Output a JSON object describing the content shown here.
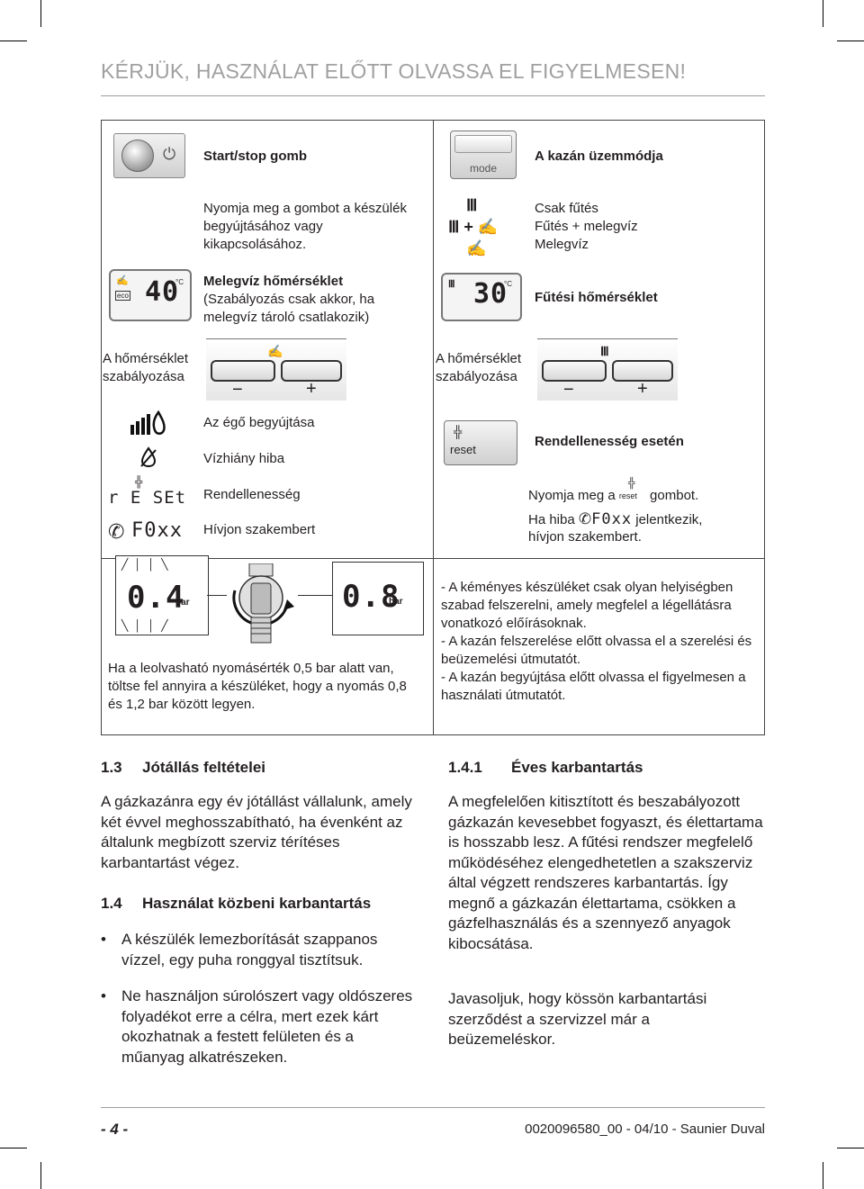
{
  "header": {
    "title": "KÉRJÜK, HASZNÁLAT ELŐTT OLVASSA EL FIGYELMESEN!"
  },
  "table": {
    "start_stop": {
      "title": "Start/stop gomb",
      "text": "Nyomja meg a  gombot a készülék begyújtásához vagy kikapcsolásához."
    },
    "mode": {
      "button_label": "mode",
      "title": "A kazán üzemmódja",
      "options": [
        "Csak fűtés",
        "Fűtés + melegvíz",
        "Melegvíz"
      ]
    },
    "dhw_temp": {
      "display": "40",
      "unit": "°C",
      "title": "Melegvíz hőmérséklet",
      "text": "(Szabályozás csak akkor, ha melegvíz tároló csatlakozik)",
      "eco_label": "eco"
    },
    "heat_temp": {
      "display": "30",
      "unit": "°C",
      "title": "Fűtési hőmérséklet"
    },
    "temp_adjust_left": {
      "label": "A hőmérséklet szabályozása",
      "minus": "−",
      "plus": "+"
    },
    "temp_adjust_right": {
      "label": "A hőmérséklet szabályozása",
      "minus": "−",
      "plus": "+"
    },
    "status_icons": {
      "burner": "Az égő begyújtása",
      "water": "Vízhiány hiba",
      "reset_code": "r E SEt",
      "reset": "Rendellenesség",
      "fault_code": "F0xx",
      "call": "Hívjon szakembert"
    },
    "reset_box": {
      "button_label": "reset",
      "title": "Rendellenesség esetén",
      "line1_a": "Nyomja meg a",
      "line1_btn": "reset",
      "line1_b": "gombot.",
      "line2_a": "Ha hiba",
      "line2_code": "F0xx",
      "line2_b": "jelentkezik,",
      "line3": "hívjon szakembert."
    },
    "pressure": {
      "display_low": "0.4",
      "display_high": "0.8",
      "unit": "bar",
      "text": "Ha a leolvasható nyomásérték 0,5 bar alatt van, töltse fel annyira a készüléket, hogy a nyomás 0,8 és 1,2 bar között legyen."
    },
    "notes": [
      "- A kéményes készüléket csak olyan helyiségben szabad felszerelni, amely megfelel a légellátásra vonatkozó előírásoknak.",
      "- A kazán felszerelése előtt olvassa el a szerelési és beüzemelési útmutatót.",
      "- A kazán begyújtása előtt olvassa el figyelmesen a használati útmutatót."
    ]
  },
  "section_1_3": {
    "number": "1.3",
    "title": "Jótállás feltételei",
    "text": "A gázkazánra egy év jótállást vállalunk, amely két évvel meghosszabítható, ha évenként az általunk megbízott szerviz térítéses karbantartást végez."
  },
  "section_1_4": {
    "number": "1.4",
    "title": "Használat közbeni karbantartás",
    "bullets": [
      "A készülék lemezborítását szappanos vízzel, egy puha ronggyal tisztítsuk.",
      "Ne használjon súrolószert vagy oldószeres folyadékot erre a célra, mert ezek kárt okozhatnak a festett felületen és a műanyag alkatrészeken."
    ]
  },
  "section_1_4_1": {
    "number": "1.4.1",
    "title": "Éves karbantartás",
    "para1": "A megfelelően kitisztított és beszabályozott gázkazán kevesebbet fogyaszt, és élettartama is hosszabb lesz. A fűtési rendszer megfelelő működéséhez elengedhetetlen a szakszerviz által végzett rendszeres karbantartás. Így megnő a gázkazán élettartama, csökken a gázfelhasználás és a szennyező anyagok kibocsátása.",
    "para2": "Javasoljuk, hogy kössön karbantartási szerződést a szervizzel már a beüzemeléskor."
  },
  "footer": {
    "page": "- 4 -",
    "doc_ref": "0020096580_00 - 04/10 - Saunier Duval"
  }
}
